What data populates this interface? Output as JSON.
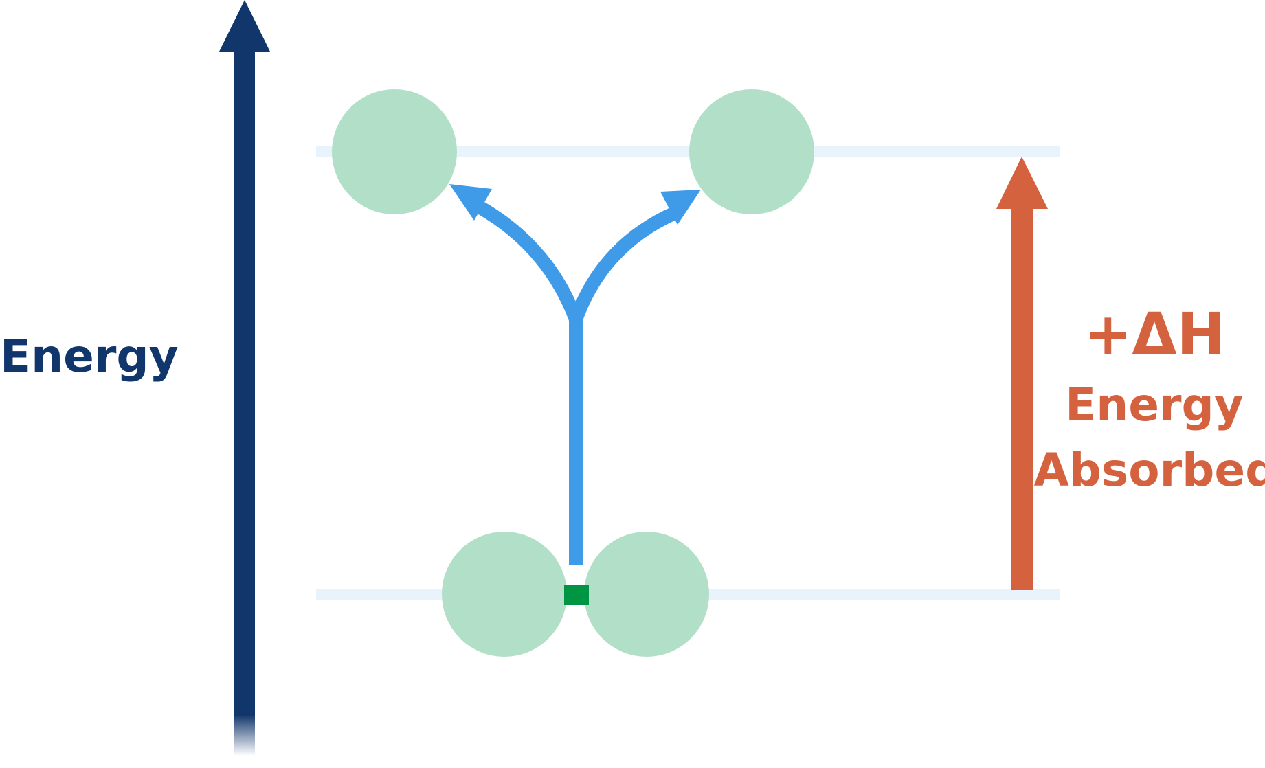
{
  "labels": {
    "axis": "Energy",
    "delta": "+ΔH",
    "absorbed_line1": "Energy",
    "absorbed_line2": "Absorbed"
  },
  "colors": {
    "axis_arrow": "#10366b",
    "delta_arrow": "#d4623e",
    "split_arrow": "#3f9be8",
    "atom": "#b1dfc7",
    "bond": "#009543",
    "level_line": "#e8f3fc"
  },
  "icons": {
    "energy_axis": "up-arrow-icon",
    "delta_h": "up-arrow-icon",
    "bond_break": "y-split-arrow-icon"
  }
}
